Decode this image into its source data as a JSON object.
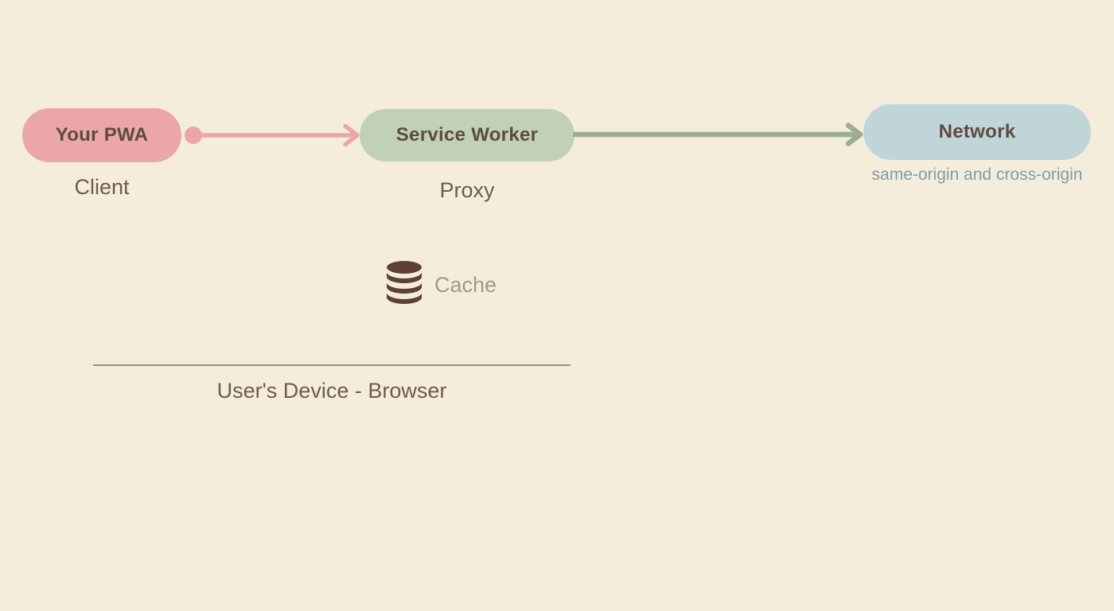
{
  "diagram": {
    "title_hint": "PWA service worker caching architecture",
    "nodes": [
      {
        "id": "your-pwa",
        "label": "Your PWA",
        "sublabel": "Client"
      },
      {
        "id": "service-worker",
        "label": "Service Worker",
        "sublabel": "Proxy"
      },
      {
        "id": "network",
        "label": "Network",
        "sublabel": "same-origin and cross-origin"
      }
    ],
    "arrows": [
      {
        "id": "pwa-to-service-worker",
        "from": "your-pwa",
        "to": "service-worker",
        "style": "dot-start-arrow-end"
      },
      {
        "id": "service-worker-to-network",
        "from": "service-worker",
        "to": "network",
        "style": "arrow-end"
      }
    ],
    "cache": {
      "icon": "database-icon",
      "label": "Cache"
    },
    "device_boundary": {
      "label": "User's Device - Browser"
    }
  },
  "colors": {
    "background": "#f5eddb",
    "pwa_pill": "#eba7a8",
    "service_worker_pill": "#c1d1b5",
    "network_pill": "#c0d5d8",
    "pill_text": "#5f4a41",
    "sublabel_text": "#6d5a52",
    "network_sublabel_text": "#7c9dab",
    "pink_arrow": "#eba7a8",
    "green_arrow": "#9dad90",
    "cache_icon": "#5d4037",
    "cache_label_text": "#a3978b",
    "divider_line": "#a08e82"
  }
}
